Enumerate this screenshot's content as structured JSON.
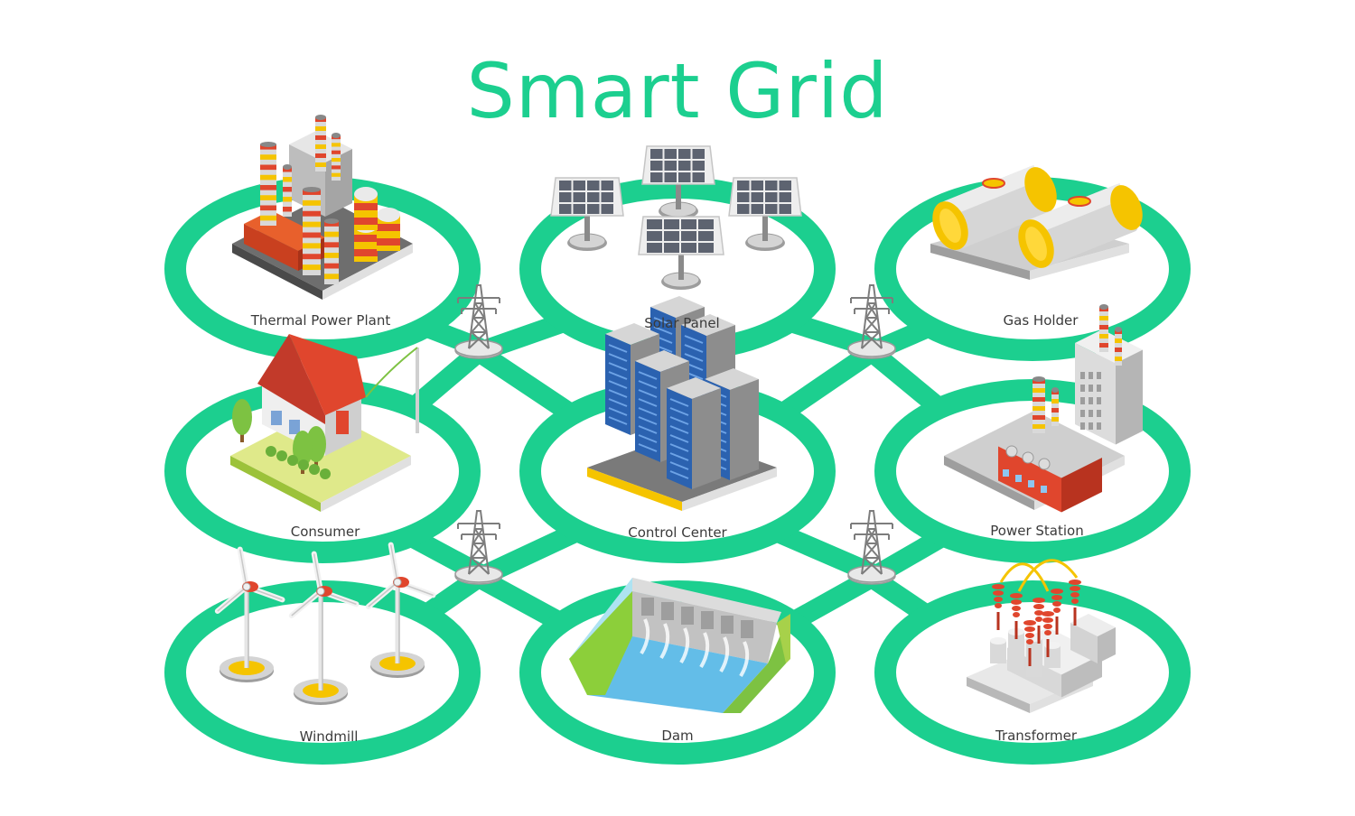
{
  "title": "Smart Grid",
  "colors": {
    "ring": "#1ccf8f",
    "title": "#1ccf8f",
    "label": "#3a3a3a"
  },
  "nodes": [
    {
      "id": "thermal-power-plant",
      "label": "Thermal Power Plant",
      "icon": "thermal-power-plant-icon"
    },
    {
      "id": "solar-panel",
      "label": "Solar Panel",
      "icon": "solar-panel-icon"
    },
    {
      "id": "gas-holder",
      "label": "Gas Holder",
      "icon": "gas-holder-icon"
    },
    {
      "id": "consumer",
      "label": "Consumer",
      "icon": "house-icon"
    },
    {
      "id": "control-center",
      "label": "Control Center",
      "icon": "server-racks-icon"
    },
    {
      "id": "power-station",
      "label": "Power Station",
      "icon": "power-station-icon"
    },
    {
      "id": "windmill",
      "label": "Windmill",
      "icon": "wind-turbine-icon"
    },
    {
      "id": "dam",
      "label": "Dam",
      "icon": "dam-icon"
    },
    {
      "id": "transformer",
      "label": "Transformer",
      "icon": "transformer-icon"
    }
  ],
  "pylons": [
    {
      "icon": "transmission-tower-icon"
    },
    {
      "icon": "transmission-tower-icon"
    },
    {
      "icon": "transmission-tower-icon"
    },
    {
      "icon": "transmission-tower-icon"
    }
  ]
}
